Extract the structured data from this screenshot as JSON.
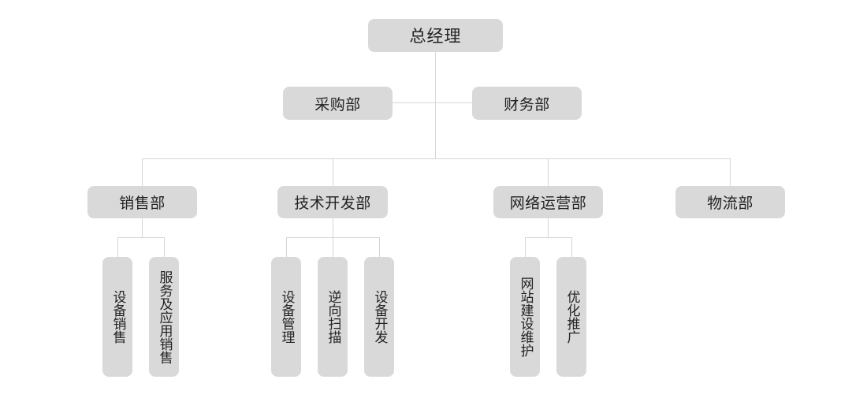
{
  "top": {
    "label": "总经理"
  },
  "staff": [
    {
      "label": "采购部"
    },
    {
      "label": "财务部"
    }
  ],
  "departments": [
    {
      "label": "销售部",
      "children": [
        {
          "label": "设备销售"
        },
        {
          "label": "服务及应用销售"
        }
      ]
    },
    {
      "label": "技术开发部",
      "children": [
        {
          "label": "设备管理"
        },
        {
          "label": "逆向扫描"
        },
        {
          "label": "设备开发"
        }
      ]
    },
    {
      "label": "网络运营部",
      "children": [
        {
          "label": "网站建设维护"
        },
        {
          "label": "优化推广"
        }
      ]
    },
    {
      "label": "物流部",
      "children": []
    }
  ],
  "colors": {
    "box_fill": "#d9d9d9",
    "connector": "#d6d6d6",
    "text": "#222222"
  }
}
